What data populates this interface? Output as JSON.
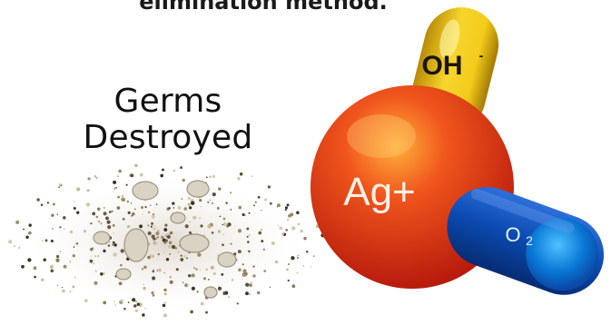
{
  "caption_partial": "elimination method.",
  "germs_label": {
    "line1": "Germs",
    "line2": "Destroyed"
  },
  "molecule": {
    "center_label": "Ag+",
    "hydroxide_label": "OH",
    "hydroxide_charge": "-",
    "oxygen_label": "O",
    "oxygen_subscript": "2"
  },
  "colors": {
    "silver_ion_sphere": "#e0361a",
    "hydroxide_capsule": "#e8c21a",
    "oxygen_capsule": "#0d4fb8",
    "debris": "#b9ad8e"
  },
  "icons": [
    "germ-debris-cloud"
  ]
}
